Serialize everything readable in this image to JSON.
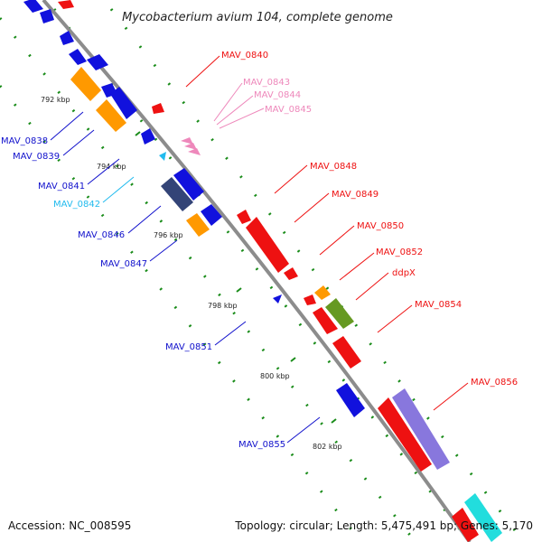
{
  "title": "Mycobacterium avium 104, complete genome",
  "accession": "Accession: NC_008595",
  "summary": "Topology: circular; Length: 5,475,491 bp; Genes: 5,170",
  "colors": {
    "backbone": "#8c8c8c",
    "tick_dot": "#1a8c1a",
    "forward_gene": "#ee1111",
    "reverse_gene": "#1111dd",
    "rrna_like": "#ff9900",
    "pink_gene": "#ee88bb",
    "cyan_gene": "#22bbee",
    "olive_gene": "#669922",
    "purple_gene": "#8877dd",
    "teal_gene": "#22dddd"
  },
  "ticks": [
    {
      "label": "792 kbp"
    },
    {
      "label": "794 kbp"
    },
    {
      "label": "796 kbp"
    },
    {
      "label": "798 kbp"
    },
    {
      "label": "800 kbp"
    },
    {
      "label": "802 kbp"
    }
  ],
  "gene_labels": [
    {
      "text": "MAV_0840",
      "color": "#ee1111"
    },
    {
      "text": "MAV_0843",
      "color": "#ee88bb"
    },
    {
      "text": "MAV_0844",
      "color": "#ee88bb"
    },
    {
      "text": "MAV_0845",
      "color": "#ee88bb"
    },
    {
      "text": "MAV_0838",
      "color": "#1111cc"
    },
    {
      "text": "MAV_0839",
      "color": "#1111cc"
    },
    {
      "text": "MAV_0848",
      "color": "#ee1111"
    },
    {
      "text": "MAV_0841",
      "color": "#1111cc"
    },
    {
      "text": "MAV_0849",
      "color": "#ee1111"
    },
    {
      "text": "MAV_0842",
      "color": "#22bbee"
    },
    {
      "text": "MAV_0850",
      "color": "#ee1111"
    },
    {
      "text": "MAV_0846",
      "color": "#1111cc"
    },
    {
      "text": "MAV_0852",
      "color": "#ee1111"
    },
    {
      "text": "MAV_0847",
      "color": "#1111cc"
    },
    {
      "text": "ddpX",
      "color": "#ee1111"
    },
    {
      "text": "MAV_0854",
      "color": "#ee1111"
    },
    {
      "text": "MAV_0851",
      "color": "#1111cc"
    },
    {
      "text": "MAV_0856",
      "color": "#ee1111"
    },
    {
      "text": "MAV_0855",
      "color": "#1111cc"
    }
  ]
}
